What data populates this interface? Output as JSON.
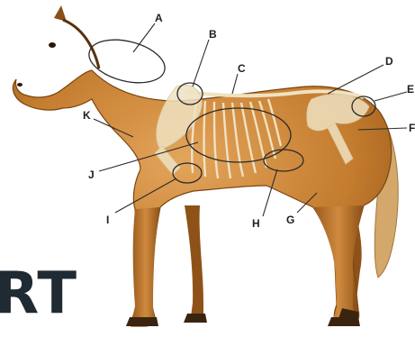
{
  "title_fragment": "RT",
  "labels": {
    "a": "A",
    "b": "B",
    "c": "C",
    "d": "D",
    "e": "E",
    "f": "F",
    "g": "G",
    "h": "H",
    "i": "I",
    "j": "J",
    "k": "K"
  },
  "colors": {
    "coat": "#c47c2e",
    "coat_dark": "#8a4e16",
    "coat_light": "#e0a055",
    "bone": "#efe2c2",
    "tail": "#d4a86a",
    "line": "#2a2a2a"
  }
}
